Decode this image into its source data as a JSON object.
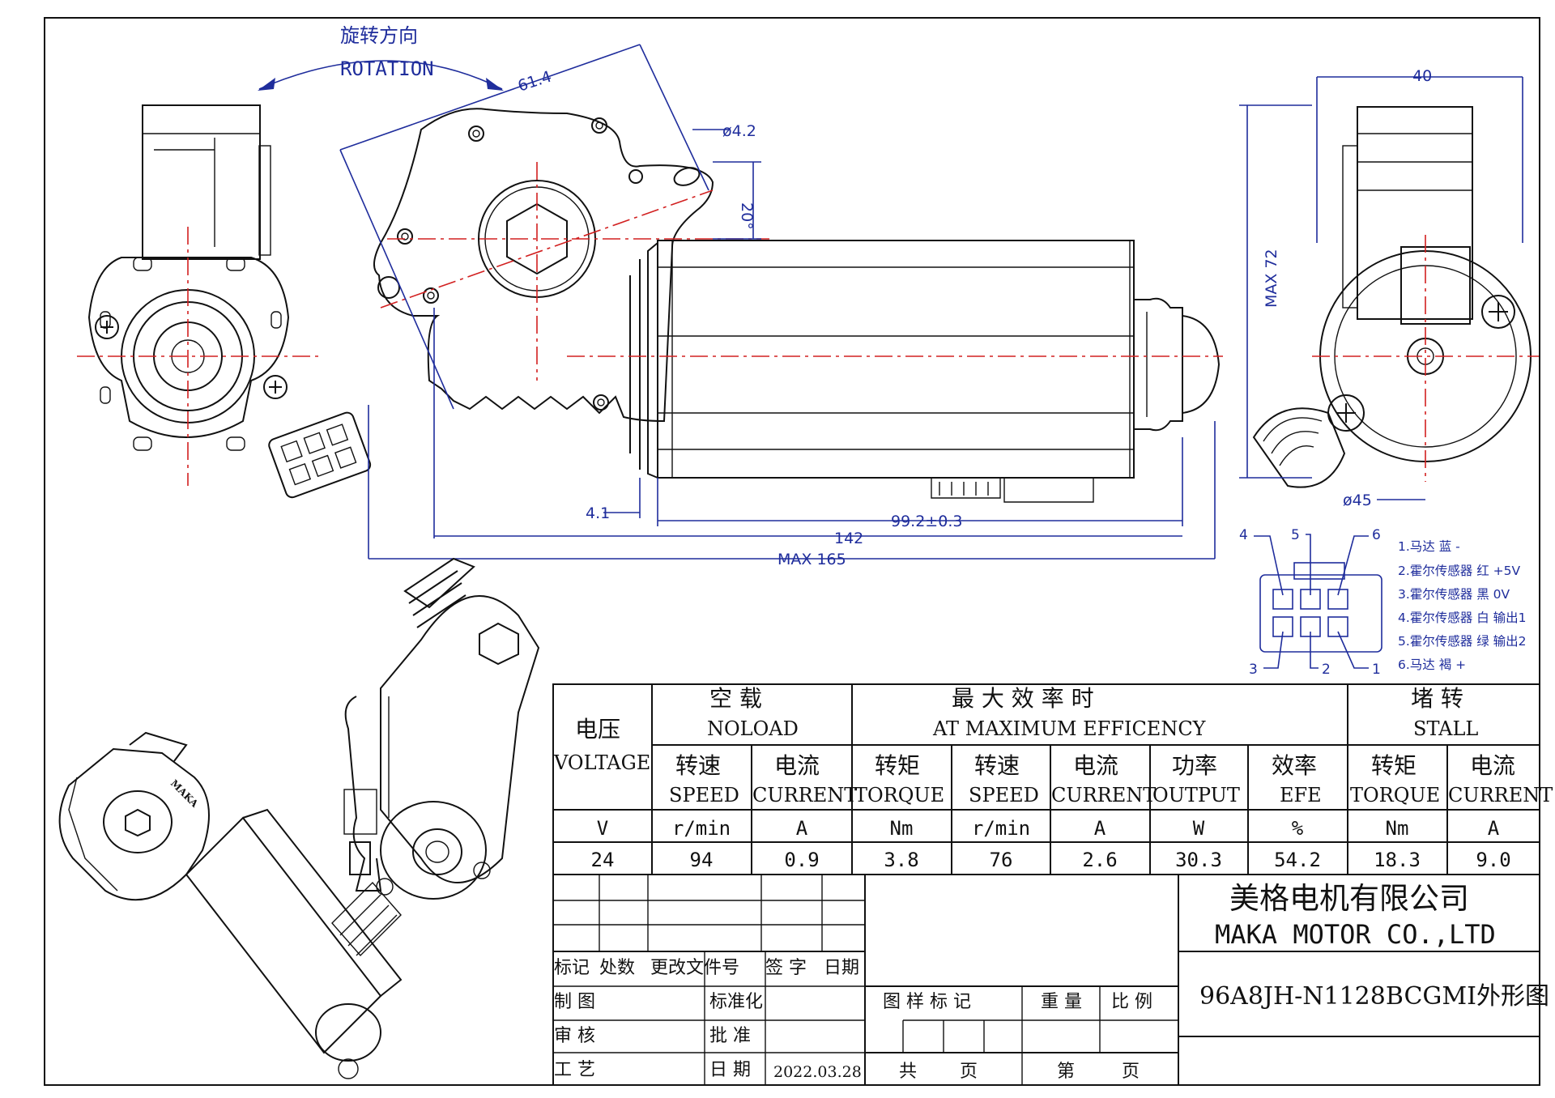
{
  "rotation": {
    "label_cn": "旋转方向",
    "label_en": "ROTATION"
  },
  "dimensions": {
    "d61_4": "61.4",
    "phi4_2": "ø4.2",
    "angle20": "20°",
    "d40": "40",
    "max72": "MAX 72",
    "phi45": "ø45",
    "d4_1": "4.1",
    "d99_2": "99.2±0.3",
    "d142": "142",
    "max165": "MAX 165"
  },
  "connector": {
    "pin_numbers_top": [
      "4",
      "5",
      "6"
    ],
    "pin_numbers_bottom": [
      "3",
      "2",
      "1"
    ],
    "legend": [
      "1.马达 蓝 -",
      "2.霍尔传感器 红 +5V",
      "3.霍尔传感器 黑 0V",
      "4.霍尔传感器 白 输出1",
      "5.霍尔传感器 绿 输出2",
      "6.马达 褐 +"
    ]
  },
  "brand_mark": "MAKA",
  "spec_table": {
    "voltage_cn": "电压",
    "voltage_en": "VOLTAGE",
    "noload_cn": "空 载",
    "noload_en": "NOLOAD",
    "maxeff_cn": "最 大 效 率 时",
    "maxeff_en": "AT MAXIMUM EFFICENCY",
    "stall_cn": "堵 转",
    "stall_en": "STALL",
    "columns": [
      {
        "cn": "转速",
        "en": "SPEED"
      },
      {
        "cn": "电流",
        "en": "CURRENT"
      },
      {
        "cn": "转矩",
        "en": "TORQUE"
      },
      {
        "cn": "转速",
        "en": "SPEED"
      },
      {
        "cn": "电流",
        "en": "CURRENT"
      },
      {
        "cn": "功率",
        "en": "OUTPUT"
      },
      {
        "cn": "效率",
        "en": "EFE"
      },
      {
        "cn": "转矩",
        "en": "TORQUE"
      },
      {
        "cn": "电流",
        "en": "CURRENT"
      }
    ],
    "units": [
      "V",
      "r/min",
      "A",
      "Nm",
      "r/min",
      "A",
      "W",
      "%",
      "Nm",
      "A"
    ],
    "values": [
      "24",
      "94",
      "0.9",
      "3.8",
      "76",
      "2.6",
      "30.3",
      "54.2",
      "18.3",
      "9.0"
    ]
  },
  "title_block": {
    "revision_headers": [
      "标记",
      "处数",
      "更改文件号",
      "签 字",
      "日期"
    ],
    "draw": "制 图",
    "check": "审 核",
    "process": "工 艺",
    "standard": "标准化",
    "approve": "批 准",
    "date_label": "日 期",
    "date": "2022.03.28",
    "sample_mark": "图 样 标 记",
    "weight": "重 量",
    "scale": "比 例",
    "total": "共",
    "page": "页",
    "sheet_no": "第",
    "sheet_page": "页",
    "company_cn": "美格电机有限公司",
    "company_en": "MAKA MOTOR CO.,LTD",
    "part_no": "96A8JH-N1128BCGMI外形图"
  }
}
